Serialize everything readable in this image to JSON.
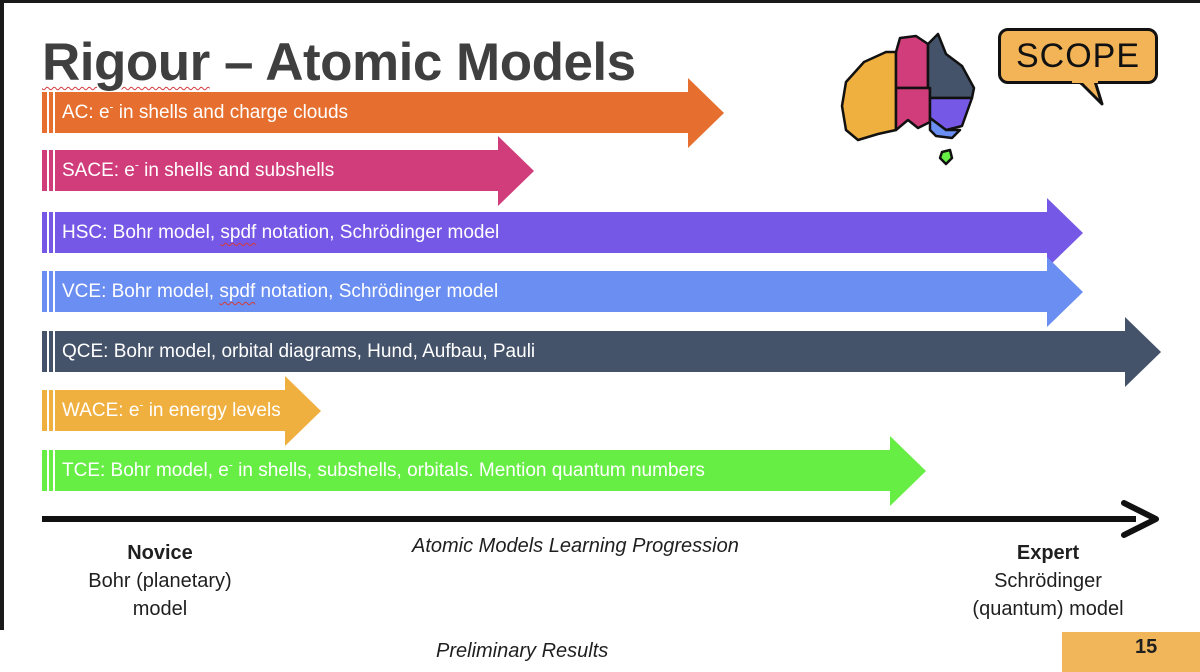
{
  "slide": {
    "title_main": "Rigour",
    "title_rest": " – Atomic Models",
    "logo_text": "SCOPE",
    "page_number": "15",
    "footer": "Preliminary Results"
  },
  "progression": {
    "axis_title": "Atomic Models Learning Progression",
    "novice": {
      "heading": "Novice",
      "line1": "Bohr (planetary)",
      "line2": "model"
    },
    "expert": {
      "heading": "Expert",
      "line1": "Schrödinger",
      "line2": "(quantum) model"
    }
  },
  "arrows": [
    {
      "prefix": "AC: e",
      "sup": "-",
      "suffix": " in shells and charge clouds",
      "color": "#e66f2f",
      "extent": 0.61
    },
    {
      "prefix": "SACE: e",
      "sup": "-",
      "suffix": " in shells and subshells",
      "color": "#d13c7a",
      "extent": 0.44
    },
    {
      "prefix": "HSC: Bohr model, ",
      "spell": "spdf",
      "suffix": " notation, Schrödinger model",
      "color": "#7658e6",
      "extent": 0.93
    },
    {
      "prefix": "VCE: Bohr model, ",
      "spell": "spdf",
      "suffix": " notation, Schrödinger model",
      "color": "#6a8ef2",
      "extent": 0.93
    },
    {
      "prefix": "QCE: Bohr model, orbital diagrams, Hund, Aufbau, Pauli",
      "color": "#44526a",
      "extent": 1.0
    },
    {
      "prefix": "WACE: e",
      "sup": "-",
      "suffix": " in energy levels",
      "color": "#f0b040",
      "extent": 0.25
    },
    {
      "prefix": "TCE: Bohr model, e",
      "sup": "-",
      "suffix": " in shells, subshells, orbitals. Mention quantum numbers",
      "color": "#66ee44",
      "extent": 0.79
    }
  ],
  "map_colors": {
    "wa": "#f0b040",
    "nt": "#d13c7a",
    "sa": "#d13c7a",
    "qld": "#44526a",
    "nsw": "#7658e6",
    "vic": "#6a8ef2",
    "tas": "#66ee44"
  }
}
